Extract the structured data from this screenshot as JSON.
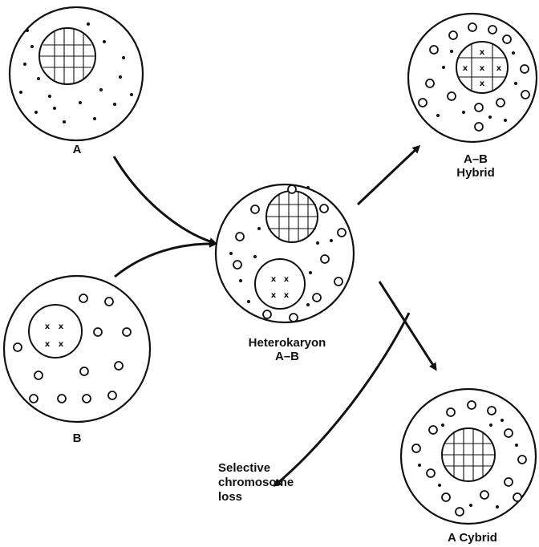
{
  "labels": {
    "cell_a": "A",
    "cell_b": "B",
    "heterokaryon_line1": "Heterokaryon",
    "heterokaryon_line2": "A–B",
    "hybrid_line1": "A–B",
    "hybrid_line2": "Hybrid",
    "loss_line1": "Selective",
    "loss_line2": "chromosome",
    "loss_line3": "loss",
    "cybrid": "A Cybrid"
  },
  "chromosome_glyph": "x"
}
